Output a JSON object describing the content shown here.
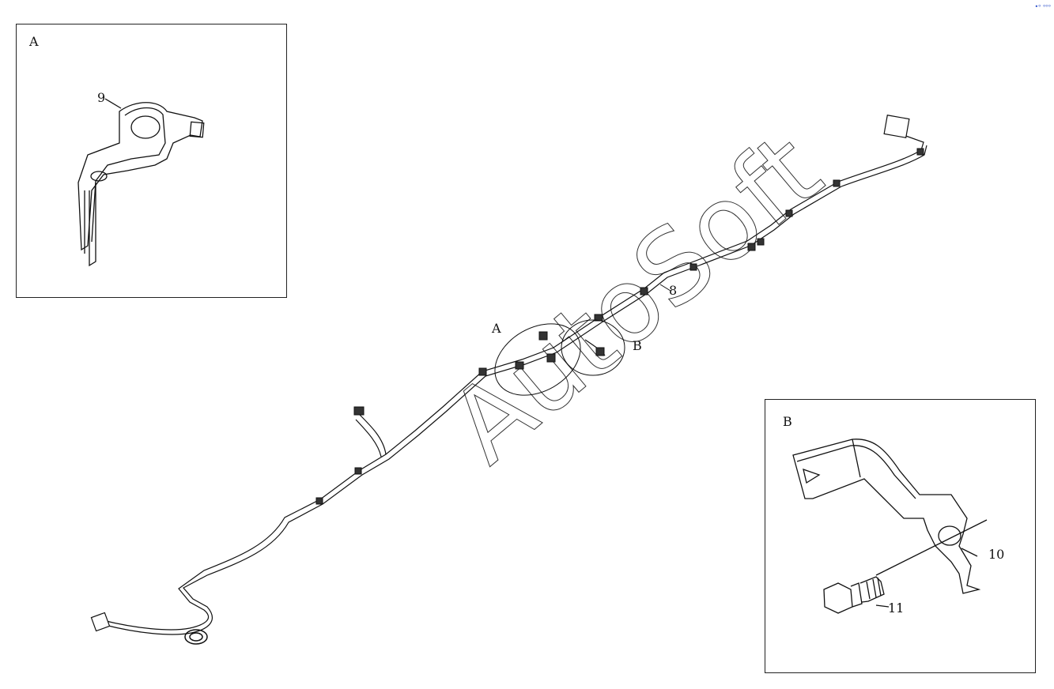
{
  "main": {
    "part_8": "8",
    "callout_a": "A",
    "callout_b": "B",
    "watermark": "AutoSoft"
  },
  "inset_a": {
    "title": "A",
    "part_9": "9"
  },
  "inset_b": {
    "title": "B",
    "part_10": "10",
    "part_11": "11"
  },
  "corner_mark": "•ᵒ ᵒᵒᵒ"
}
